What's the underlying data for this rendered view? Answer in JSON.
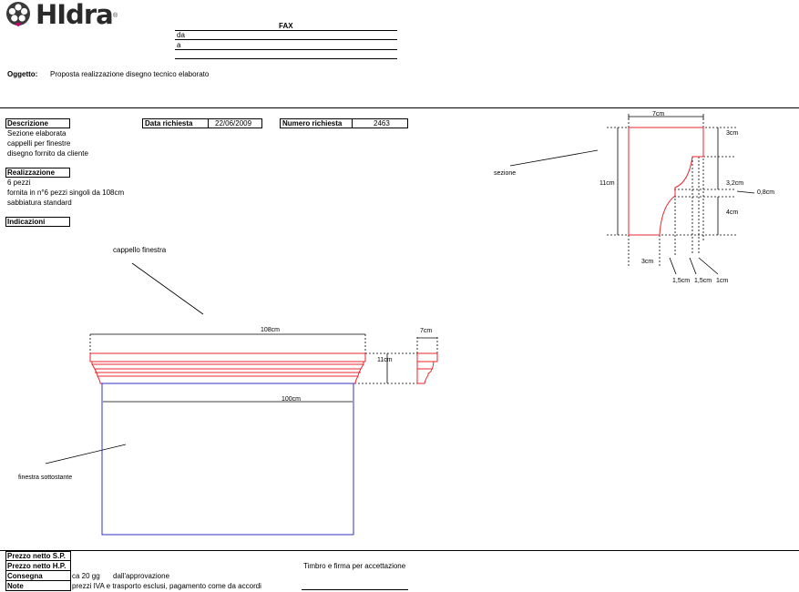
{
  "header": {
    "logo_text": "HIdra",
    "logo_mark": "®",
    "fax_title": "FAX",
    "da_label": "da",
    "a_label": "a"
  },
  "subject": {
    "label": "Oggetto:",
    "value": "Proposta realizzazione disegno tecnico elaborato"
  },
  "descrizione": {
    "label": "Descrizione",
    "lines": [
      "Sezione elaborata",
      "cappelli per finestre",
      "disegno fornito da cliente"
    ]
  },
  "data_richiesta": {
    "label": "Data richiesta",
    "value": "22/06/2009"
  },
  "numero_richiesta": {
    "label": "Numero richiesta",
    "value": "2463"
  },
  "realizzazione": {
    "label": "Realizzazione",
    "lines": [
      "6 pezzi",
      "fornita in n°6 pezzi singoli da 108cm",
      "sabbiatura standard"
    ]
  },
  "indicazioni": {
    "label": "Indicazioni"
  },
  "section_drawing": {
    "label": "sezione",
    "dims": {
      "width_top": "7cm",
      "height_total": "11cm",
      "d_3cm_top": "3cm",
      "d_3_2cm": "3,2cm",
      "d_0_8cm": "0,8cm",
      "d_4cm": "4cm",
      "d_3cm_bottom": "3cm",
      "d_1_5cm_a": "1,5cm",
      "d_1_5cm_b": "1,5cm",
      "d_1cm": "1cm"
    }
  },
  "front_drawing": {
    "label_cap": "cappello finestra",
    "label_window": "finestra sottostante",
    "dims": {
      "width_108": "108cm",
      "height_11": "11cm",
      "depth_7": "7cm",
      "width_100": "100cm"
    }
  },
  "footer": {
    "rows": [
      {
        "label": "Prezzo netto S.P.",
        "value": ""
      },
      {
        "label": "Prezzo netto H.P.",
        "value": ""
      },
      {
        "label": "Consegna",
        "value": "ca 20 gg",
        "extra": "dall'approvazione"
      },
      {
        "label": "Note",
        "value": "prezzi IVA e trasporto esclusi, pagamento come da accordi"
      }
    ],
    "stamp_label": "Timbro e firma per accettazione"
  },
  "colors": {
    "red": "#e8262b",
    "blue": "#3030c8",
    "logo_magenta": "#c8006e",
    "logo_grey": "#2a2a2a"
  }
}
